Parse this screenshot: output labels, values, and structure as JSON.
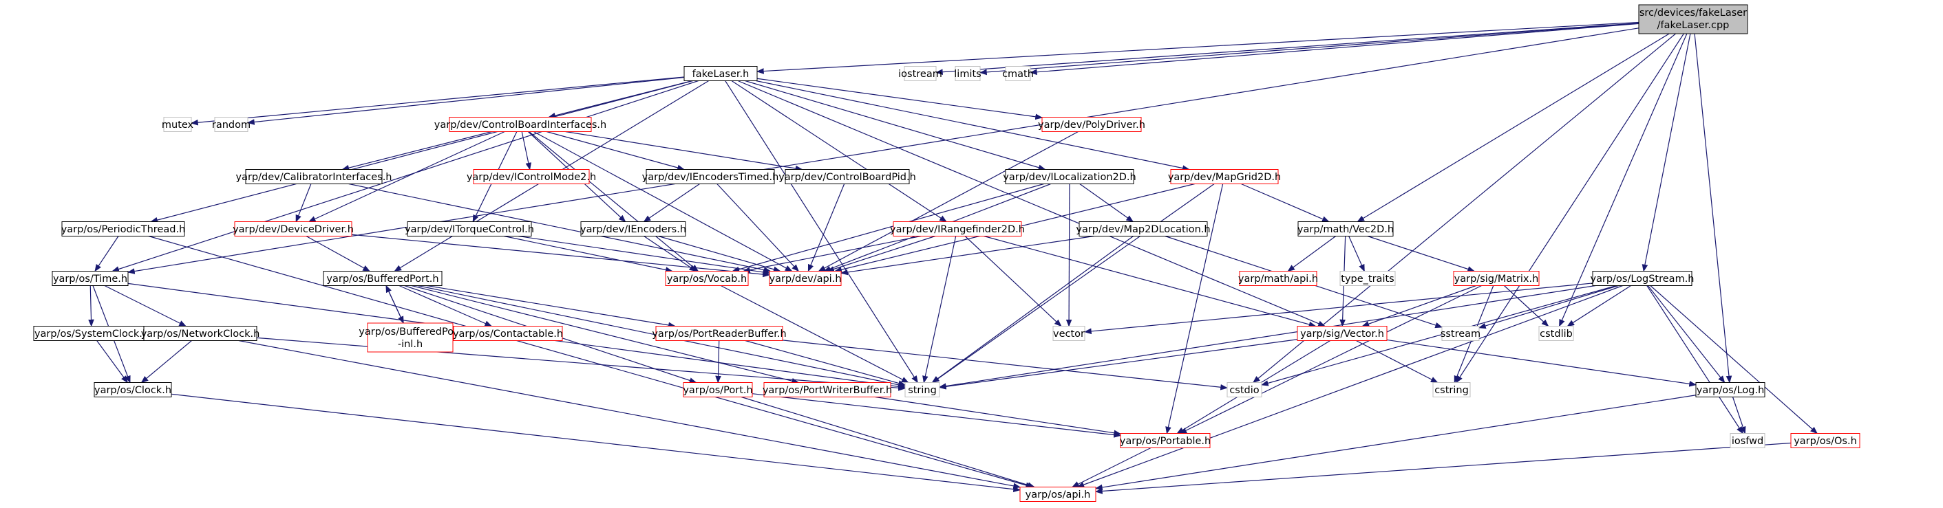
{
  "title_lines": [
    "src/devices/fakeLaser",
    "/fakeLaser.cpp"
  ],
  "colors": {
    "edge": "#191970",
    "node_black": "#000000",
    "node_red": "#ff0000",
    "node_gray": "#bfbfbf",
    "root_fill": "#bfbfbf",
    "text": "#000000"
  },
  "nodes": [
    {
      "id": "fakeLaser_h",
      "label": "fakeLaser.h",
      "kind": "black"
    },
    {
      "id": "iostream",
      "label": "iostream",
      "kind": "gray"
    },
    {
      "id": "limits",
      "label": "limits",
      "kind": "gray"
    },
    {
      "id": "cmath",
      "label": "cmath",
      "kind": "gray"
    },
    {
      "id": "mutex",
      "label": "mutex",
      "kind": "gray"
    },
    {
      "id": "random",
      "label": "random",
      "kind": "gray"
    },
    {
      "id": "ControlBoardInterfaces",
      "label": "yarp/dev/ControlBoardInterfaces.h",
      "kind": "red"
    },
    {
      "id": "PolyDriver",
      "label": "yarp/dev/PolyDriver.h",
      "kind": "red"
    },
    {
      "id": "CalibratorInterfaces",
      "label": "yarp/dev/CalibratorInterfaces.h",
      "kind": "black"
    },
    {
      "id": "IControlMode2",
      "label": "yarp/dev/IControlMode2.h",
      "kind": "red"
    },
    {
      "id": "IEncodersTimed",
      "label": "yarp/dev/IEncodersTimed.h",
      "kind": "black"
    },
    {
      "id": "ControlBoardPid",
      "label": "yarp/dev/ControlBoardPid.h",
      "kind": "black"
    },
    {
      "id": "ILocalization2D",
      "label": "yarp/dev/ILocalization2D.h",
      "kind": "black"
    },
    {
      "id": "MapGrid2D",
      "label": "yarp/dev/MapGrid2D.h",
      "kind": "red"
    },
    {
      "id": "PeriodicThread",
      "label": "yarp/os/PeriodicThread.h",
      "kind": "black"
    },
    {
      "id": "DeviceDriver",
      "label": "yarp/dev/DeviceDriver.h",
      "kind": "red"
    },
    {
      "id": "ITorqueControl",
      "label": "yarp/dev/ITorqueControl.h",
      "kind": "black"
    },
    {
      "id": "IEncoders",
      "label": "yarp/dev/IEncoders.h",
      "kind": "black"
    },
    {
      "id": "IRangefinder2D",
      "label": "yarp/dev/IRangefinder2D.h",
      "kind": "red"
    },
    {
      "id": "Map2DLocation",
      "label": "yarp/dev/Map2DLocation.h",
      "kind": "black"
    },
    {
      "id": "Vec2D",
      "label": "yarp/math/Vec2D.h",
      "kind": "black"
    },
    {
      "id": "Time",
      "label": "yarp/os/Time.h",
      "kind": "black"
    },
    {
      "id": "BufferedPort",
      "label": "yarp/os/BufferedPort.h",
      "kind": "black"
    },
    {
      "id": "Vocab",
      "label": "yarp/os/Vocab.h",
      "kind": "red"
    },
    {
      "id": "dev_api",
      "label": "yarp/dev/api.h",
      "kind": "red"
    },
    {
      "id": "math_api",
      "label": "yarp/math/api.h",
      "kind": "red"
    },
    {
      "id": "type_traits",
      "label": "type_traits",
      "kind": "gray"
    },
    {
      "id": "Matrix",
      "label": "yarp/sig/Matrix.h",
      "kind": "red"
    },
    {
      "id": "LogStream",
      "label": "yarp/os/LogStream.h",
      "kind": "black"
    },
    {
      "id": "SystemClock",
      "label": "yarp/os/SystemClock.h",
      "kind": "black"
    },
    {
      "id": "NetworkClock",
      "label": "yarp/os/NetworkClock.h",
      "kind": "black"
    },
    {
      "id": "BufferedPort_inl",
      "label": "yarp/os/BufferedPort\n-inl.h",
      "kind": "red"
    },
    {
      "id": "Contactable",
      "label": "yarp/os/Contactable.h",
      "kind": "red"
    },
    {
      "id": "PortReaderBuffer",
      "label": "yarp/os/PortReaderBuffer.h",
      "kind": "red"
    },
    {
      "id": "vector",
      "label": "vector",
      "kind": "gray"
    },
    {
      "id": "Vector",
      "label": "yarp/sig/Vector.h",
      "kind": "red"
    },
    {
      "id": "sstream",
      "label": "sstream",
      "kind": "gray"
    },
    {
      "id": "cstdlib",
      "label": "cstdlib",
      "kind": "gray"
    },
    {
      "id": "Clock",
      "label": "yarp/os/Clock.h",
      "kind": "black"
    },
    {
      "id": "Port",
      "label": "yarp/os/Port.h",
      "kind": "red"
    },
    {
      "id": "PortWriterBuffer",
      "label": "yarp/os/PortWriterBuffer.h",
      "kind": "red"
    },
    {
      "id": "string",
      "label": "string",
      "kind": "gray"
    },
    {
      "id": "cstdio",
      "label": "cstdio",
      "kind": "gray"
    },
    {
      "id": "cstring",
      "label": "cstring",
      "kind": "gray"
    },
    {
      "id": "Log",
      "label": "yarp/os/Log.h",
      "kind": "black"
    },
    {
      "id": "Portable",
      "label": "yarp/os/Portable.h",
      "kind": "red"
    },
    {
      "id": "iosfwd",
      "label": "iosfwd",
      "kind": "gray"
    },
    {
      "id": "Os",
      "label": "yarp/os/Os.h",
      "kind": "red"
    },
    {
      "id": "os_api",
      "label": "yarp/os/api.h",
      "kind": "red"
    }
  ],
  "edges": [
    [
      "root",
      "fakeLaser_h"
    ],
    [
      "root",
      "iostream"
    ],
    [
      "root",
      "limits"
    ],
    [
      "root",
      "cmath"
    ],
    [
      "root",
      "Vec2D"
    ],
    [
      "root",
      "LogStream"
    ],
    [
      "root",
      "Log"
    ],
    [
      "root",
      "cstdlib"
    ],
    [
      "root",
      "cstring"
    ],
    [
      "root",
      "cstdio"
    ],
    [
      "root",
      "Time"
    ],
    [
      "fakeLaser_h",
      "mutex"
    ],
    [
      "fakeLaser_h",
      "random"
    ],
    [
      "fakeLaser_h",
      "ControlBoardInterfaces"
    ],
    [
      "fakeLaser_h",
      "PolyDriver"
    ],
    [
      "fakeLaser_h",
      "ILocalization2D"
    ],
    [
      "fakeLaser_h",
      "MapGrid2D"
    ],
    [
      "fakeLaser_h",
      "PeriodicThread"
    ],
    [
      "fakeLaser_h",
      "IRangefinder2D"
    ],
    [
      "fakeLaser_h",
      "Vector"
    ],
    [
      "fakeLaser_h",
      "BufferedPort"
    ],
    [
      "fakeLaser_h",
      "string"
    ],
    [
      "fakeLaser_h",
      "Time"
    ],
    [
      "ControlBoardInterfaces",
      "CalibratorInterfaces"
    ],
    [
      "ControlBoardInterfaces",
      "IControlMode2"
    ],
    [
      "ControlBoardInterfaces",
      "IEncodersTimed"
    ],
    [
      "ControlBoardInterfaces",
      "ControlBoardPid"
    ],
    [
      "ControlBoardInterfaces",
      "DeviceDriver"
    ],
    [
      "ControlBoardInterfaces",
      "ITorqueControl"
    ],
    [
      "ControlBoardInterfaces",
      "IEncoders"
    ],
    [
      "ControlBoardInterfaces",
      "Vocab"
    ],
    [
      "ControlBoardInterfaces",
      "dev_api"
    ],
    [
      "PolyDriver",
      "dev_api"
    ],
    [
      "CalibratorInterfaces",
      "DeviceDriver"
    ],
    [
      "CalibratorInterfaces",
      "dev_api"
    ],
    [
      "IEncodersTimed",
      "IEncoders"
    ],
    [
      "IEncodersTimed",
      "dev_api"
    ],
    [
      "ControlBoardPid",
      "dev_api"
    ],
    [
      "ILocalization2D",
      "Map2DLocation"
    ],
    [
      "ILocalization2D",
      "Vocab"
    ],
    [
      "ILocalization2D",
      "dev_api"
    ],
    [
      "ILocalization2D",
      "vector"
    ],
    [
      "MapGrid2D",
      "Vec2D"
    ],
    [
      "MapGrid2D",
      "dev_api"
    ],
    [
      "MapGrid2D",
      "string"
    ],
    [
      "MapGrid2D",
      "Portable"
    ],
    [
      "PeriodicThread",
      "Time"
    ],
    [
      "PeriodicThread",
      "os_api"
    ],
    [
      "DeviceDriver",
      "BufferedPort"
    ],
    [
      "DeviceDriver",
      "dev_api"
    ],
    [
      "ITorqueControl",
      "Vocab"
    ],
    [
      "ITorqueControl",
      "dev_api"
    ],
    [
      "IEncoders",
      "Vocab"
    ],
    [
      "IEncoders",
      "dev_api"
    ],
    [
      "IRangefinder2D",
      "Vocab"
    ],
    [
      "IRangefinder2D",
      "dev_api"
    ],
    [
      "IRangefinder2D",
      "Vector"
    ],
    [
      "IRangefinder2D",
      "vector"
    ],
    [
      "IRangefinder2D",
      "string"
    ],
    [
      "Map2DLocation",
      "dev_api"
    ],
    [
      "Map2DLocation",
      "string"
    ],
    [
      "Map2DLocation",
      "sstream"
    ],
    [
      "Vec2D",
      "math_api"
    ],
    [
      "Vec2D",
      "type_traits"
    ],
    [
      "Vec2D",
      "Matrix"
    ],
    [
      "Vec2D",
      "Vector"
    ],
    [
      "Time",
      "SystemClock"
    ],
    [
      "Time",
      "NetworkClock"
    ],
    [
      "Time",
      "Clock"
    ],
    [
      "Time",
      "string"
    ],
    [
      "BufferedPort",
      "BufferedPort_inl"
    ],
    [
      "BufferedPort",
      "Contactable"
    ],
    [
      "BufferedPort",
      "PortReaderBuffer"
    ],
    [
      "BufferedPort",
      "PortWriterBuffer"
    ],
    [
      "BufferedPort",
      "string"
    ],
    [
      "BufferedPort",
      "Port"
    ],
    [
      "BufferedPort_inl",
      "BufferedPort"
    ],
    [
      "Vocab",
      "string"
    ],
    [
      "Matrix",
      "Vector"
    ],
    [
      "Matrix",
      "cstdlib"
    ],
    [
      "Matrix",
      "cstring"
    ],
    [
      "Matrix",
      "Portable"
    ],
    [
      "LogStream",
      "vector"
    ],
    [
      "LogStream",
      "sstream"
    ],
    [
      "LogStream",
      "cstdlib"
    ],
    [
      "LogStream",
      "string"
    ],
    [
      "LogStream",
      "cstdio"
    ],
    [
      "LogStream",
      "Log"
    ],
    [
      "LogStream",
      "iosfwd"
    ],
    [
      "LogStream",
      "Os"
    ],
    [
      "LogStream",
      "os_api"
    ],
    [
      "SystemClock",
      "Clock"
    ],
    [
      "NetworkClock",
      "Clock"
    ],
    [
      "NetworkClock",
      "string"
    ],
    [
      "NetworkClock",
      "os_api"
    ],
    [
      "PortReaderBuffer",
      "Port"
    ],
    [
      "PortReaderBuffer",
      "string"
    ],
    [
      "PortReaderBuffer",
      "cstdio"
    ],
    [
      "Vector",
      "string"
    ],
    [
      "Vector",
      "cstring"
    ],
    [
      "Vector",
      "Log"
    ],
    [
      "Vector",
      "Portable"
    ],
    [
      "Clock",
      "os_api"
    ],
    [
      "Port",
      "Portable"
    ],
    [
      "Port",
      "os_api"
    ],
    [
      "PortWriterBuffer",
      "Portable"
    ],
    [
      "Log",
      "iosfwd"
    ],
    [
      "Log",
      "os_api"
    ],
    [
      "Portable",
      "os_api"
    ],
    [
      "Os",
      "os_api"
    ]
  ]
}
